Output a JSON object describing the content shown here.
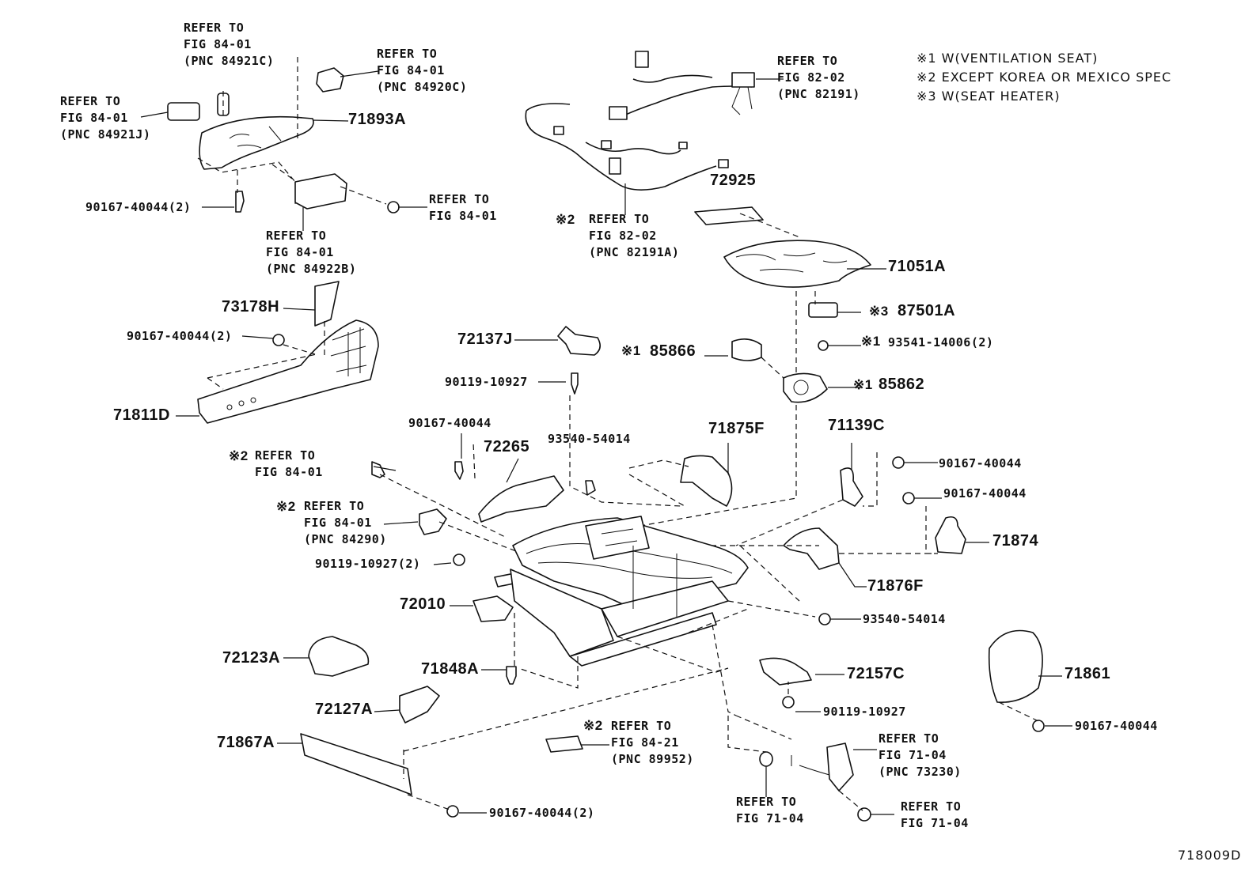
{
  "notes": {
    "n1": "※1 W(VENTILATION SEAT)",
    "n2": "※2 EXCEPT KOREA OR MEXICO SPEC",
    "n3": "※3 W(SEAT HEATER)"
  },
  "diagram_id": "718009D",
  "mark": "※",
  "labels": {
    "ref_84921c": "REFER TO\nFIG 84-01\n(PNC 84921C)",
    "ref_84920c": "REFER TO\nFIG 84-01\n(PNC 84920C)",
    "ref_84921j": "REFER TO\nFIG 84-01\n(PNC 84921J)",
    "pn_71893a": "71893A",
    "pn_90167_40044_2a": "90167-40044(2)",
    "ref_84_01_screw": "REFER TO\nFIG 84-01",
    "ref_84922b": "REFER TO\nFIG 84-01\n(PNC 84922B)",
    "ref_82191": "REFER TO\nFIG 82-02\n(PNC 82191)",
    "ref_82191a": "REFER TO\nFIG 82-02\n(PNC 82191A)",
    "pn_72925": "72925",
    "pn_71051a": "71051A",
    "pn_87501a": "87501A",
    "pn_93541_14006_2": "93541-14006(2)",
    "pn_85866": "85866",
    "pn_85862": "85862",
    "pn_73178h": "73178H",
    "pn_90167_40044_2b": "90167-40044(2)",
    "pn_72137j": "72137J",
    "pn_90119_10927a": "90119-10927",
    "pn_71811d": "71811D",
    "pn_90167_40044a": "90167-40044",
    "pn_93540_54014a": "93540-54014",
    "pn_71875f": "71875F",
    "pn_71139c": "71139C",
    "pn_72265": "72265",
    "ref_84_01_bolt": "REFER TO\nFIG 84-01",
    "pn_90167_40044b": "90167-40044",
    "pn_90167_40044c": "90167-40044",
    "ref_84290": "REFER TO\nFIG 84-01\n(PNC 84290)",
    "pn_71874": "71874",
    "pn_90119_10927_2": "90119-10927(2)",
    "pn_72010": "72010",
    "pn_71876f": "71876F",
    "pn_93540_54014b": "93540-54014",
    "pn_72123a": "72123A",
    "pn_71848a": "71848A",
    "pn_72157c": "72157C",
    "pn_71861": "71861",
    "pn_90119_10927b": "90119-10927",
    "pn_72127a": "72127A",
    "pn_90167_40044d": "90167-40044",
    "ref_89952": "REFER TO\nFIG 84-21\n(PNC 89952)",
    "ref_73230": "REFER TO\nFIG 71-04\n(PNC 73230)",
    "pn_71867a": "71867A",
    "ref_71_04_a": "REFER TO\nFIG 71-04",
    "ref_71_04_b": "REFER TO\nFIG 71-04",
    "pn_90167_40044_2c": "90167-40044(2)"
  },
  "marks": {
    "m_82191a": "※2",
    "m_87501a": "※3",
    "m_93541": "※1",
    "m_85866": "※1",
    "m_85862": "※1",
    "m_84_01_bolt": "※2",
    "m_84290": "※2",
    "m_89952": "※2"
  }
}
